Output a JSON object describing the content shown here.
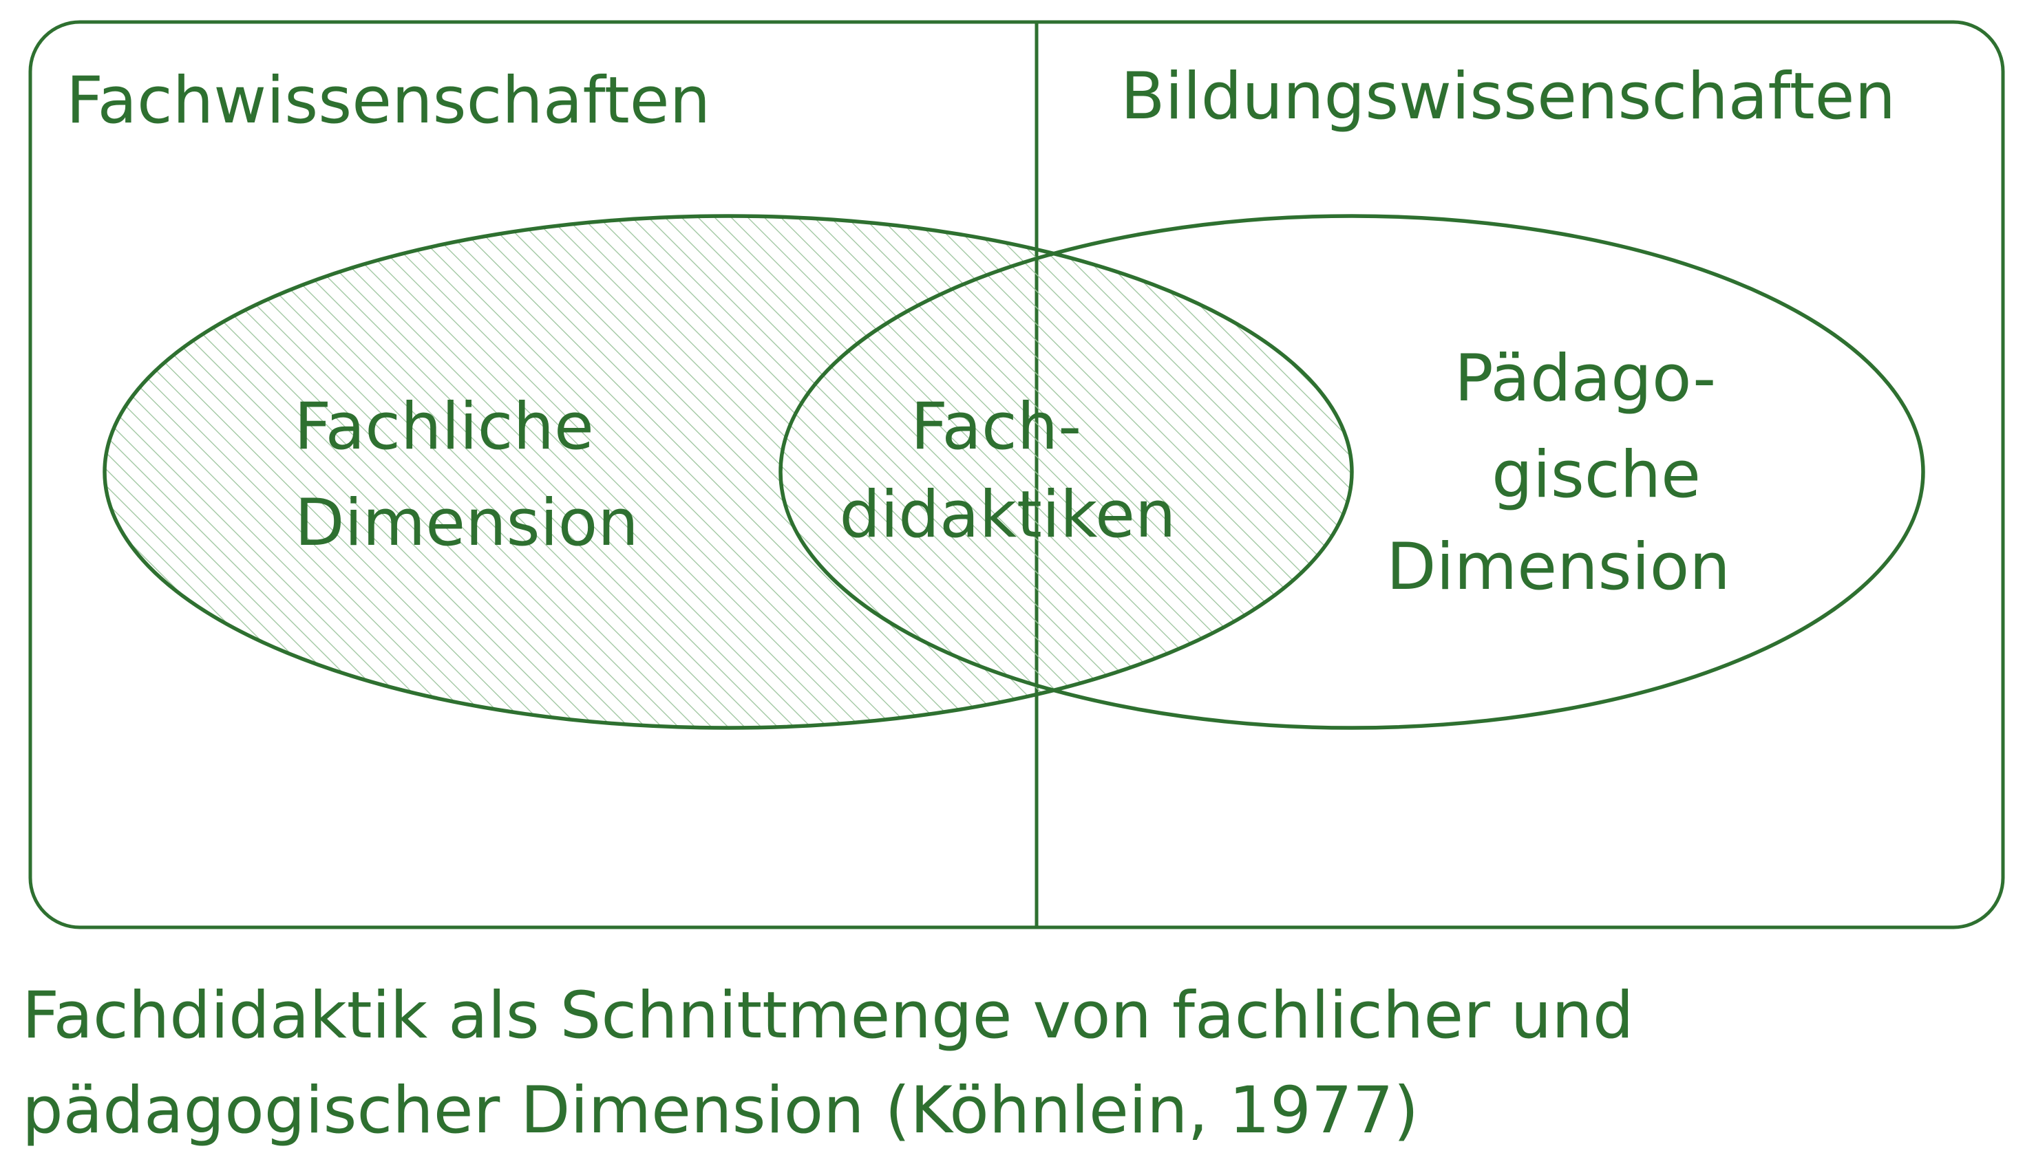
{
  "diagram": {
    "regions": {
      "left_label": "Fachwissenschaften",
      "right_label": "Bildungswissenschaften"
    },
    "sets": {
      "left": {
        "lines": [
          "Fachliche",
          "Dimension"
        ]
      },
      "intersection": {
        "lines": [
          "Fach-",
          "didaktiken"
        ]
      },
      "right": {
        "lines": [
          "Pädago-",
          "gische",
          "Dimension"
        ]
      }
    },
    "caption": {
      "lines": [
        "Fachdidaktik als Schnittmenge von fachlicher und",
        "pädagogischer Dimension (Köhnlein, 1977)"
      ]
    }
  },
  "colors": {
    "stroke": "#2e7030",
    "hatch": "#9cc49d",
    "text": "#2e7030",
    "background": "#ffffff"
  }
}
